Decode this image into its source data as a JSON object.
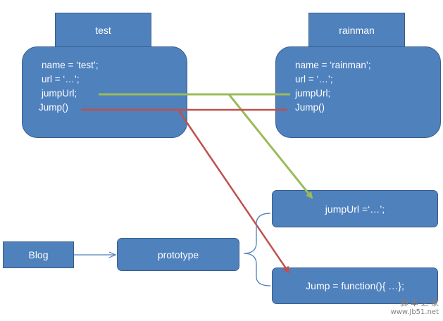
{
  "objects": [
    {
      "id": "test",
      "tab_label": "test",
      "members": [
        "name = ‘test’;",
        "url = ‘…’;",
        "jumpUrl;",
        "Jump()"
      ]
    },
    {
      "id": "rainman",
      "tab_label": "rainman",
      "members": [
        "name = ‘rainman’;",
        "url = ‘…’;",
        "jumpUrl;",
        "Jump()"
      ]
    }
  ],
  "blog_label": "Blog",
  "prototype_label": "prototype",
  "prototype_members": [
    "jumpUrl =‘…’;",
    "Jump = function(){ …};"
  ],
  "colors": {
    "box_fill": "#4f81bd",
    "box_border": "#385d8a",
    "green_link": "#9bbb59",
    "red_link": "#c0504d",
    "blue_arrow": "#4f81bd"
  },
  "watermark": {
    "line1": "脚 本 之 家",
    "line2": "www.Jb51.net"
  }
}
